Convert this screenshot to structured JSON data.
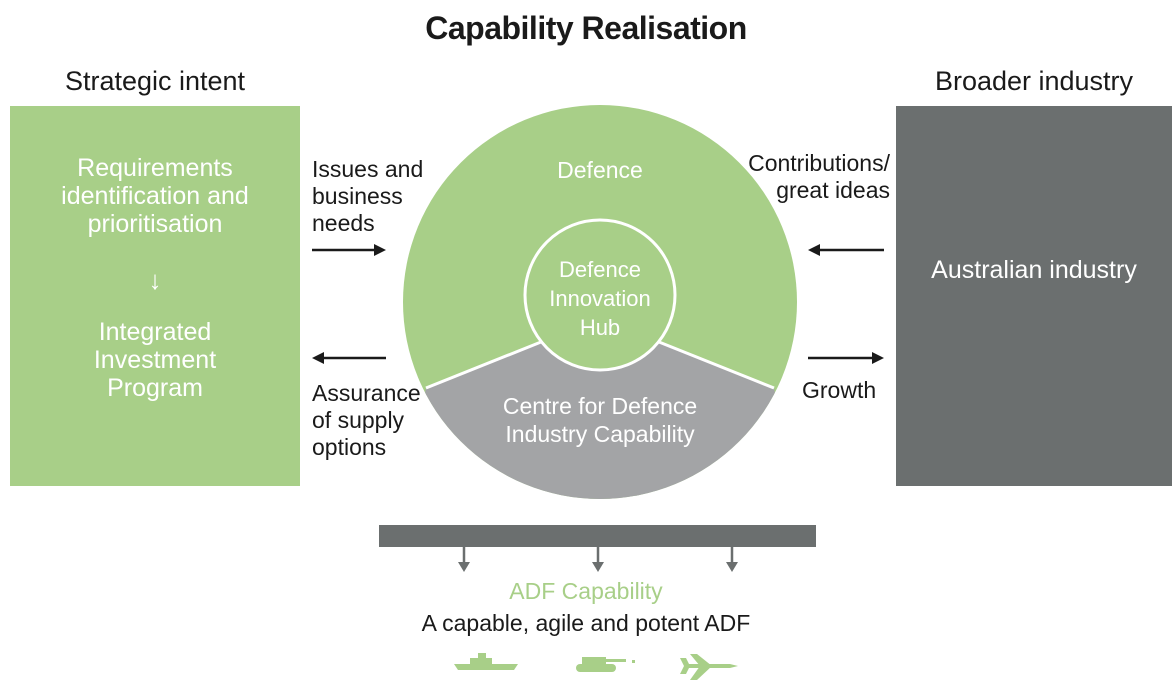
{
  "title": "Capability Realisation",
  "left": {
    "heading": "Strategic intent",
    "line1": "Requirements",
    "line2": "identification and",
    "line3": "prioritisation",
    "arrow": "↓",
    "line4": "Integrated",
    "line5": "Investment",
    "line6": "Program"
  },
  "right": {
    "heading": "Broader industry",
    "text": "Australian industry"
  },
  "labels": {
    "issues1": "Issues and",
    "issues2": "business",
    "issues3": "needs",
    "assurance1": "Assurance",
    "assurance2": "of supply",
    "assurance3": "options",
    "contrib1": "Contributions/",
    "contrib2": "great ideas",
    "growth": "Growth"
  },
  "circle": {
    "outer": "Defence",
    "hub1": "Defence",
    "hub2": "Innovation",
    "hub3": "Hub",
    "lower1": "Centre for Defence",
    "lower2": "Industry Capability"
  },
  "adf": {
    "heading": "ADF Capability",
    "subtitle": "A capable, agile and potent ADF"
  },
  "colors": {
    "green": "#a8cf88",
    "dark": "#6b6f6f",
    "grey": "#a3a4a6"
  },
  "icons": [
    "ship-icon",
    "tank-icon",
    "jet-icon"
  ]
}
